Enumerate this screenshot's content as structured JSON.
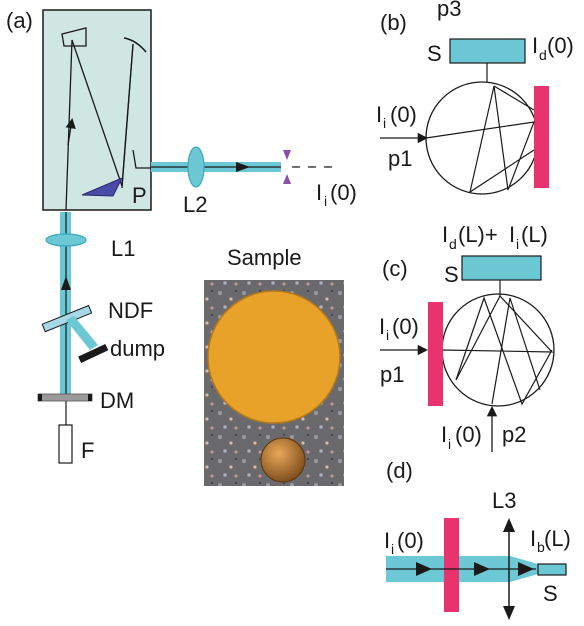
{
  "colors": {
    "beam": "#6cc8d4",
    "beam_dark": "#3aa9b8",
    "sample": "#e8336f",
    "box": "#cfe6e3",
    "prism": "#4a4aa8",
    "ndf": "#a8d8e8",
    "dm": "#9a9a9a",
    "iris": "#8a4fb0",
    "photo_disk": "#e8a22a",
    "photo_bg": "#6e6e70",
    "coin": "#b8752a"
  },
  "panel_a": {
    "tag": "(a)",
    "P": "P",
    "L1": "L1",
    "L2": "L2",
    "NDF": "NDF",
    "dump": "dump",
    "DM": "DM",
    "F": "F",
    "Ii0_main": "I",
    "Ii0_sub": "i",
    "Ii0_tail": "(0)",
    "sample": "Sample",
    "photo_icon": "sample-photo"
  },
  "panel_b": {
    "tag": "(b)",
    "S": "S",
    "p3": "p3",
    "p1": "p1",
    "Id0_main": "I",
    "Id0_sub": "d",
    "Id0_tail": "(0)",
    "Ii0_main": "I",
    "Ii0_sub": "i",
    "Ii0_tail": "(0)"
  },
  "panel_c": {
    "tag": "(c)",
    "S": "S",
    "p1": "p1",
    "p2": "p2",
    "sum_I1": "I",
    "sum_d": "d",
    "sum_L1": "(L)+",
    "sum_I2": "I",
    "sum_i": "i",
    "sum_L2": "(L)",
    "Ii0_left_main": "I",
    "Ii0_left_sub": "i",
    "Ii0_left_tail": "(0)",
    "Ii0_bot_main": "I",
    "Ii0_bot_sub": "i",
    "Ii0_bot_tail": "(0)"
  },
  "panel_d": {
    "tag": "(d)",
    "L3": "L3",
    "S": "S",
    "Ii0_main": "I",
    "Ii0_sub": "i",
    "Ii0_tail": "(0)",
    "IbL_main": "I",
    "IbL_sub": "b",
    "IbL_tail": "(L)"
  }
}
